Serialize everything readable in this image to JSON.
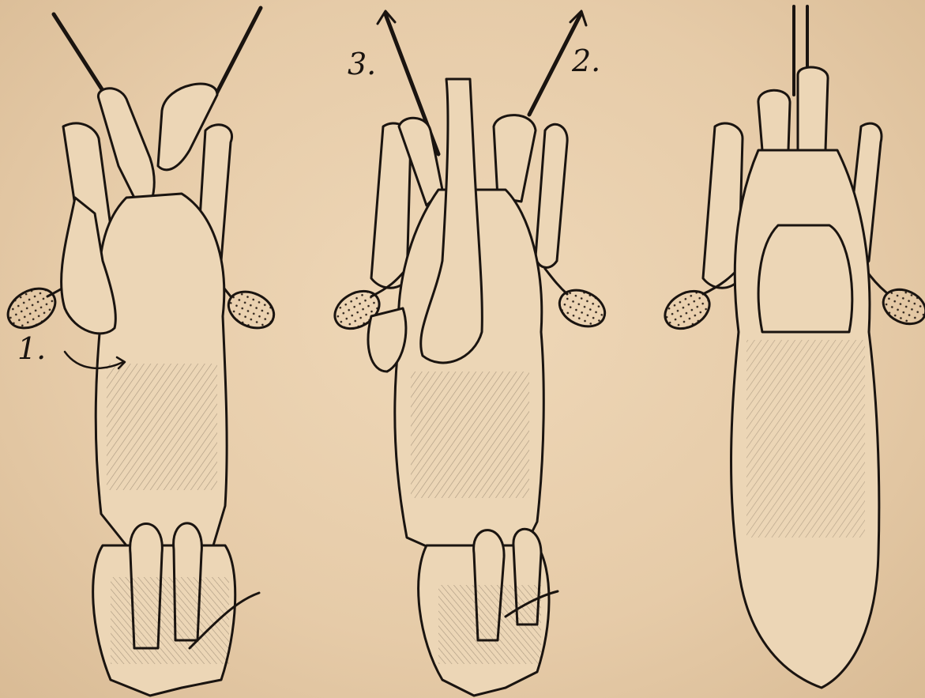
{
  "labels": {
    "one": "1.",
    "two": "2.",
    "three": "3."
  },
  "colors": {
    "paper": "#e8cfae",
    "ink": "#1a1410"
  }
}
